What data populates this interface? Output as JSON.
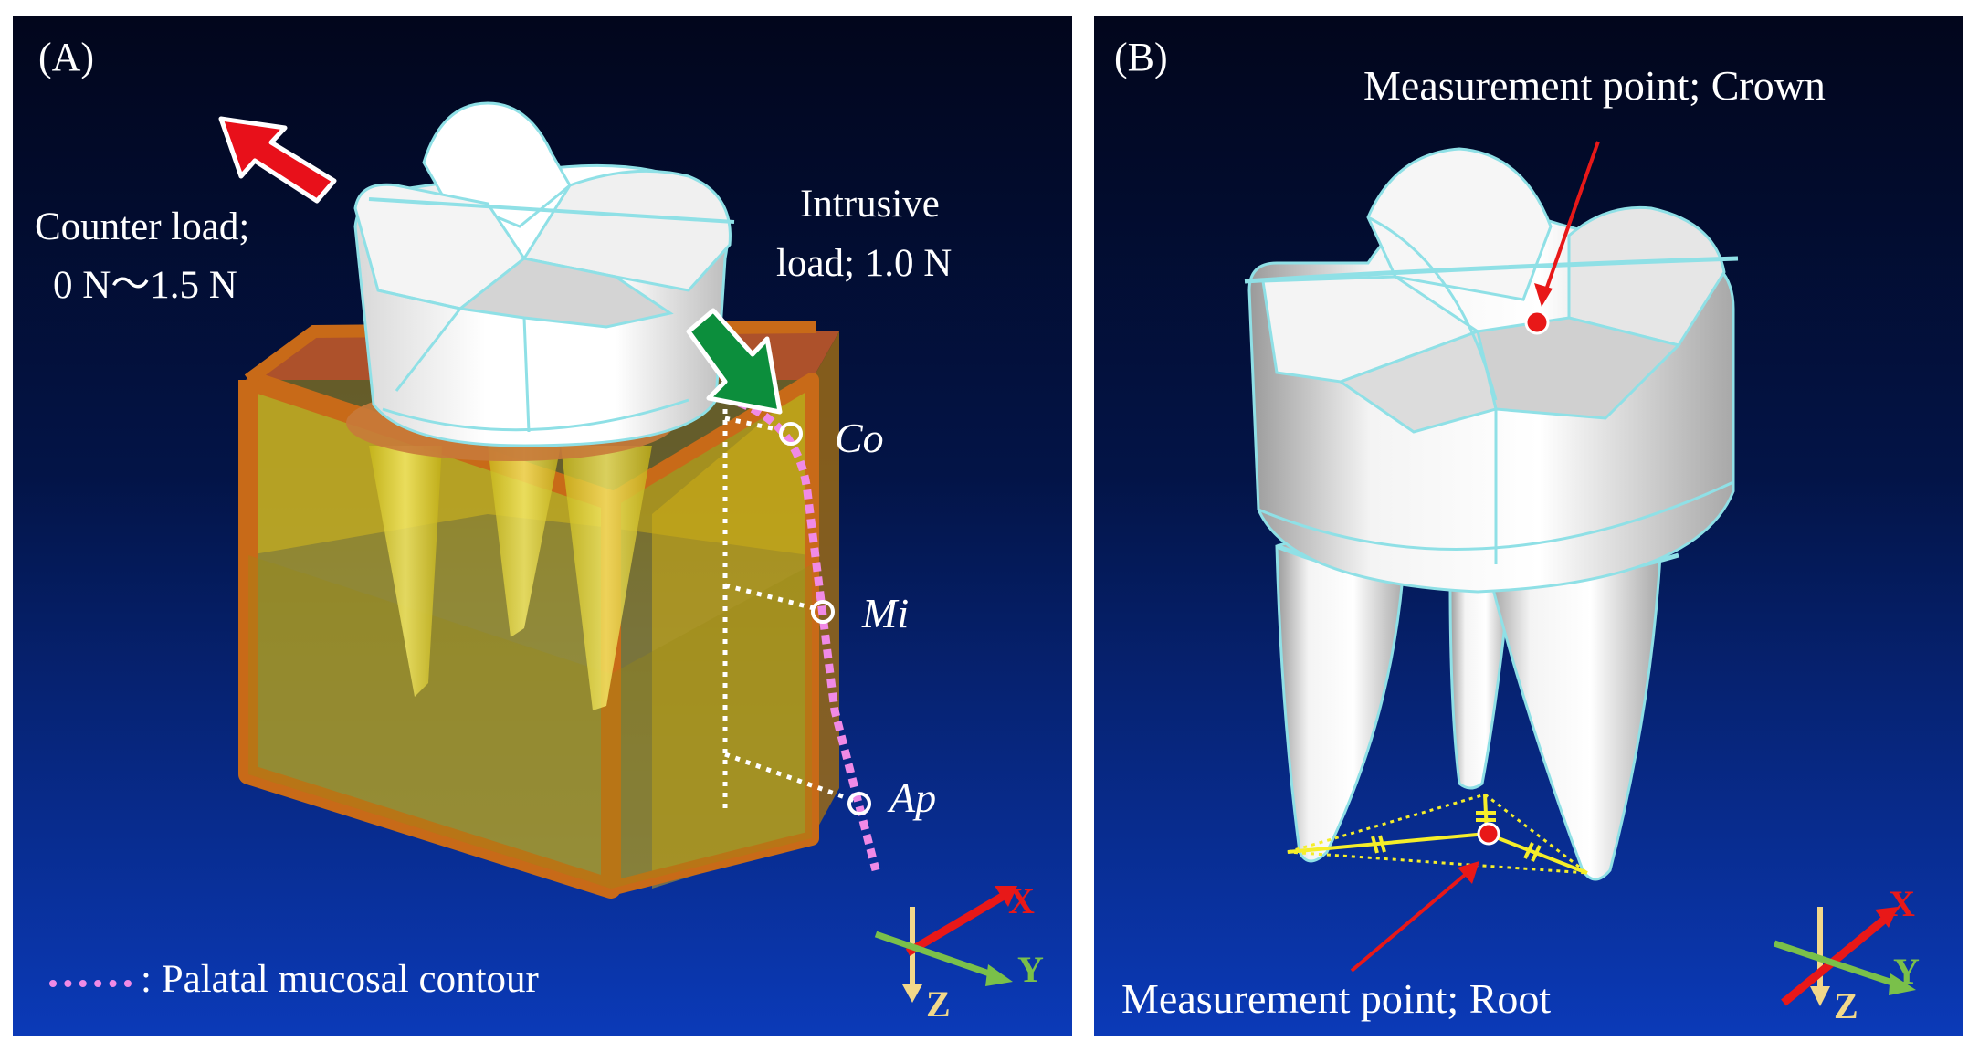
{
  "panel_a": {
    "label": "(A)",
    "counter_load": [
      "Counter load;",
      "0 N～1.5 N"
    ],
    "intrusive_load": [
      "Intrusive",
      "load; 1.0 N"
    ],
    "points": [
      "Co",
      "Mi",
      "Ap"
    ],
    "legend_text": ": Palatal mucosal contour",
    "axes": [
      "X",
      "Y",
      "Z"
    ]
  },
  "panel_b": {
    "label": "(B)",
    "crown_label": "Measurement point; Crown",
    "root_label": "Measurement point; Root",
    "axes": [
      "X",
      "Y",
      "Z"
    ]
  },
  "colors": {
    "counter_arrow": "#e8101a",
    "intrusive_arrow": "#0c8e3c",
    "mucosa": "#f08ae6",
    "block": "#e6cc1e",
    "block_edge": "#c86a18",
    "axis_x": "#e81818",
    "axis_y": "#7ac04a",
    "axis_z": "#f2d88a"
  }
}
